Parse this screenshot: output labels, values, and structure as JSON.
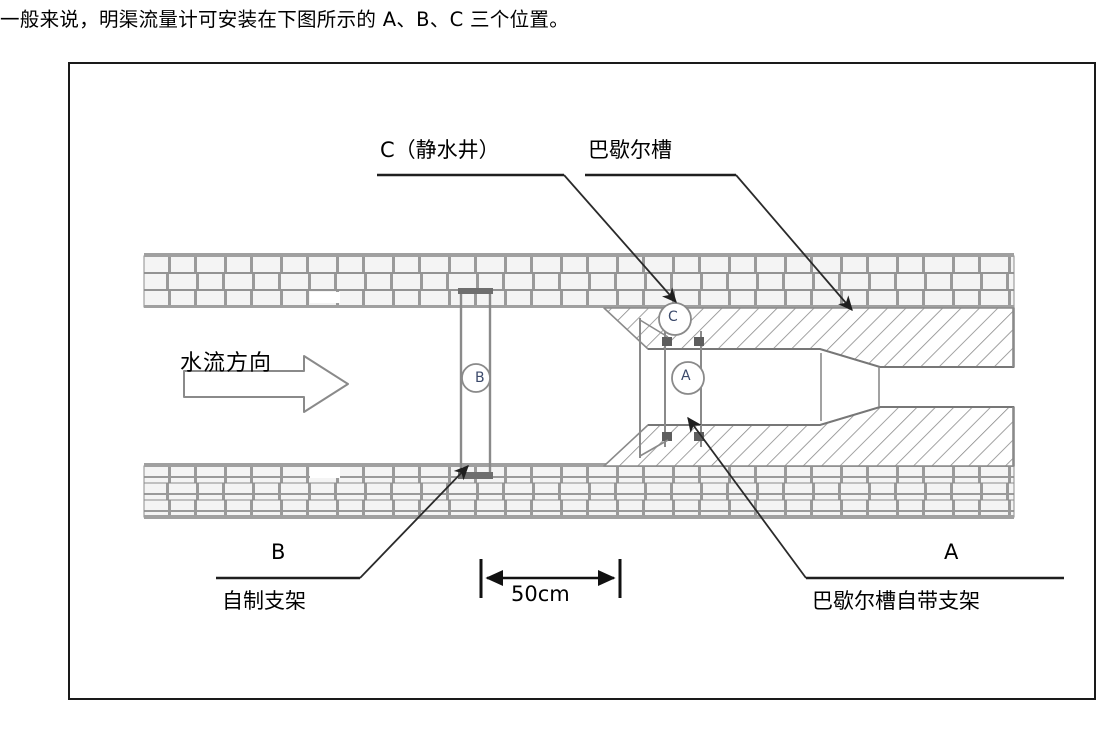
{
  "caption": {
    "text": "一般来说，明渠流量计可安装在下图所示的 A、B、C 三个位置。"
  },
  "figure": {
    "labels": {
      "c_stilling_well": "C（静水井）",
      "parshall_flume": "巴歇尔槽",
      "flow_direction": "水流方向",
      "b_letter": "B",
      "b_description": "自制支架",
      "a_letter": "A",
      "a_description": "巴歇尔槽自带支架",
      "dimension": "50cm"
    },
    "markers": {
      "a": "A",
      "b": "B",
      "c": "C"
    },
    "colors": {
      "border": "#1a1a1a",
      "line": "#7a7a7a",
      "dark_line": "#4a4a4a",
      "brick_fill": "#f2f2f2",
      "brick_mortar": "#8c8c8c",
      "hatch": "#8a8a8a",
      "marker_text": "#3c4a6b",
      "text": "#000000",
      "background": "#ffffff"
    }
  }
}
